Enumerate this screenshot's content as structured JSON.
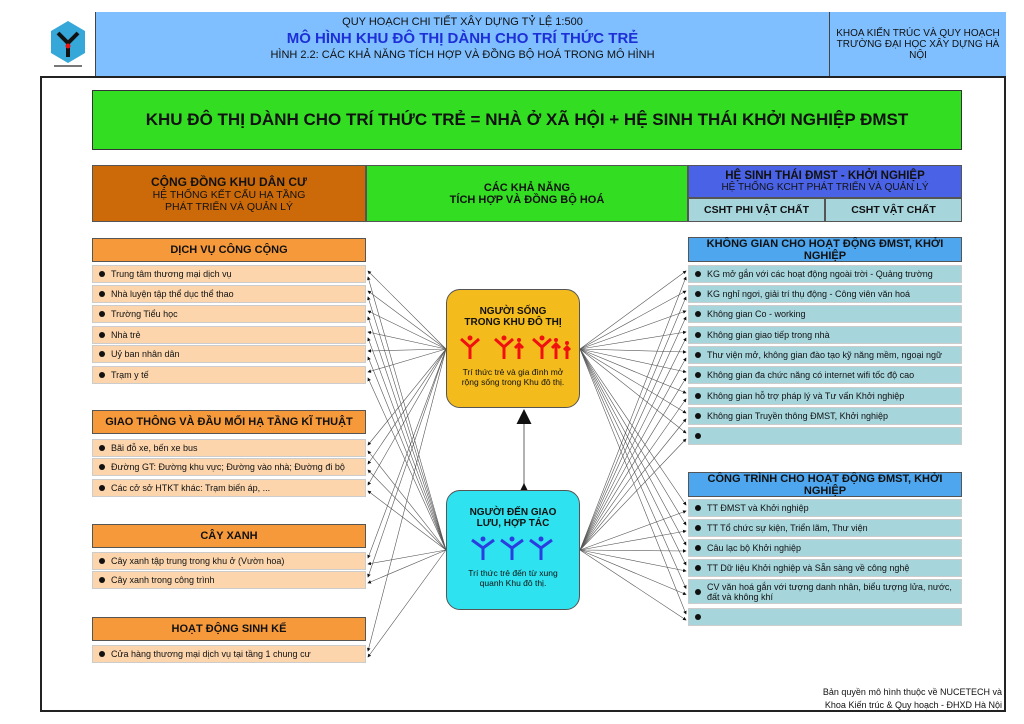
{
  "header": {
    "line1": "QUY HOẠCH CHI TIẾT XÂY DỰNG  TỶ LỆ 1:500",
    "title": "MÔ HÌNH KHU ĐÔ THỊ DÀNH CHO TRÍ THỨC TRẺ",
    "line3": "HÌNH 2.2: CÁC KHẢ NĂNG TÍCH HỢP VÀ ĐỒNG BỘ HOÁ TRONG MÔ HÌNH",
    "right1": "KHOA KIẾN TRÚC VÀ QUY HOẠCH",
    "right2": "TRƯỜNG ĐẠI HỌC XÂY DỰNG HÀ NỘI"
  },
  "banner": "KHU ĐÔ THỊ DÀNH CHO TRÍ THỨC TRẺ = NHÀ Ở XÃ HỘI + HỆ SINH THÁI KHỞI NGHIỆP ĐMST",
  "left_head": {
    "title": "CỘNG ĐỒNG KHU DÂN CƯ",
    "sub": "HỆ THỐNG KẾT CẤU HẠ TẦNG PHÁT TRIỂN VÀ QUẢN LÝ"
  },
  "mid_head": {
    "l1": "CÁC KHẢ NĂNG",
    "l2": "TÍCH HỢP VÀ ĐỒNG BỘ HOÁ"
  },
  "right_head": {
    "title": "HỆ SINH THÁI ĐMST - KHỞI NGHIỆP",
    "sub": "HỆ THỐNG KCHT PHÁT TRIỂN VÀ QUẢN LÝ",
    "col1": "CSHT PHI VẬT CHẤT",
    "col2": "CSHT VẬT CHẤT"
  },
  "left_sections": [
    {
      "title": "DỊCH VỤ CÔNG CỘNG",
      "items": [
        "Trung tâm thương mại dịch vụ",
        "Nhà luyện tập thể dục thể thao",
        "Trường Tiểu học",
        "Nhà trẻ",
        "Uỷ ban nhân dân",
        "Trạm y tế"
      ]
    },
    {
      "title": "GIAO THÔNG VÀ ĐẦU MỐI HẠ TẦNG KĨ THUẬT",
      "items": [
        "Bãi đỗ xe, bến xe bus",
        "Đường GT: Đường khu vực; Đường vào nhà; Đường đi bộ",
        "Các cở sở HTKT khác: Trạm biến áp, ..."
      ]
    },
    {
      "title": "CÂY XANH",
      "items": [
        "Cây xanh tập trung trong khu ở (Vườn hoa)",
        "Cây xanh trong công trình"
      ]
    },
    {
      "title": "HOẠT ĐỘNG SINH KẾ",
      "items": [
        "Cửa hàng thương mại dịch vụ tại tầng 1 chung cư"
      ]
    }
  ],
  "right_sections": [
    {
      "title": "KHÔNG GIAN CHO HOẠT ĐỘNG ĐMST, KHỞI NGHIỆP",
      "items": [
        "KG mở gắn với các hoạt động ngoài trời - Quảng trường",
        "KG nghỉ ngơi, giải trí thụ động - Công viên văn hoá",
        "Không gian Co - working",
        "Không gian giao tiếp trong nhà",
        "Thư viện mở, không gian đào tạo kỹ năng mềm, ngoại ngữ",
        "Không gian đa chức năng có internet wifi tốc độ cao",
        "Không gian hỗ trợ pháp lý và Tư vấn Khởi nghiệp",
        "Không gian Truyền thông ĐMST, Khởi nghiệp",
        ""
      ]
    },
    {
      "title": "CÔNG TRÌNH CHO HOẠT ĐỘNG ĐMST, KHỞI NGHIỆP",
      "items": [
        "TT ĐMST và Khởi nghiệp",
        "TT Tổ chức sự kiện, Triển lãm, Thư viện",
        "Câu lạc bộ Khởi nghiệp",
        "TT Dữ liệu Khởi nghiệp và Sẵn sàng về công nghệ",
        "CV văn hoá gắn với tượng danh nhân, biểu tượng lửa, nước, đất và không khí",
        ""
      ]
    }
  ],
  "residents": {
    "title": "NGƯỜI SỐNG TRONG KHU ĐÔ THỊ",
    "desc": "Trí thức trẻ và gia đình mở rộng sống trong Khu đô thị."
  },
  "visitors": {
    "title": "NGƯỜI ĐẾN GIAO LƯU, HỢP TÁC",
    "desc": "Trí thức trẻ đến từ xung quanh Khu đô thị."
  },
  "copyright": {
    "l1": "Bản quyền mô hình thuộc về NUCETECH và",
    "l2": "Khoa Kiến trúc & Quy hoạch - ĐHXD Hà Nội"
  },
  "colors": {
    "header": "#7fbfff",
    "banner": "#33dd22",
    "orange": "#f6993a",
    "blue": "#4da6ee",
    "yellow": "#f3bb1c",
    "cyan": "#2ee3ef"
  }
}
